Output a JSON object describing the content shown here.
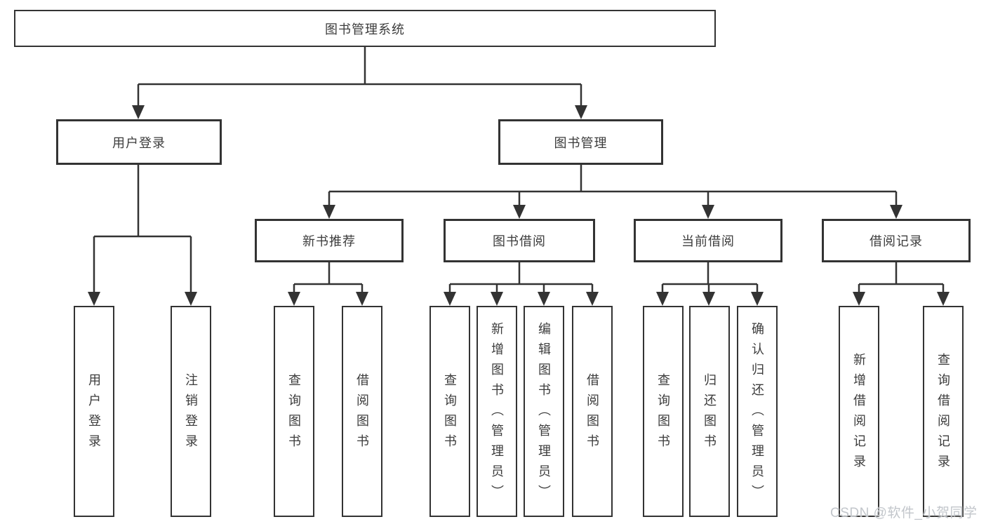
{
  "tree": {
    "label": "图书管理系统",
    "children": [
      {
        "label": "用户登录",
        "children": [
          {
            "label": "用户登录"
          },
          {
            "label": "注销登录"
          }
        ]
      },
      {
        "label": "图书管理",
        "children": [
          {
            "label": "新书推荐",
            "children": [
              {
                "label": "查询图书"
              },
              {
                "label": "借阅图书"
              }
            ]
          },
          {
            "label": "图书借阅",
            "children": [
              {
                "label": "查询图书"
              },
              {
                "label": "新增图书（管理员）"
              },
              {
                "label": "编辑图书（管理员）"
              },
              {
                "label": "借阅图书"
              }
            ]
          },
          {
            "label": "当前借阅",
            "children": [
              {
                "label": "查询图书"
              },
              {
                "label": "归还图书"
              },
              {
                "label": "确认归还（管理员）"
              }
            ]
          },
          {
            "label": "借阅记录",
            "children": [
              {
                "label": "新增借阅记录"
              },
              {
                "label": "查询借阅记录"
              }
            ]
          }
        ]
      }
    ]
  },
  "colors": {
    "line": "#333333",
    "text": "#3c3c3c",
    "watermark": "#c2c6cb"
  },
  "watermark": {
    "text": "CSDN @软件_小贺同学"
  }
}
